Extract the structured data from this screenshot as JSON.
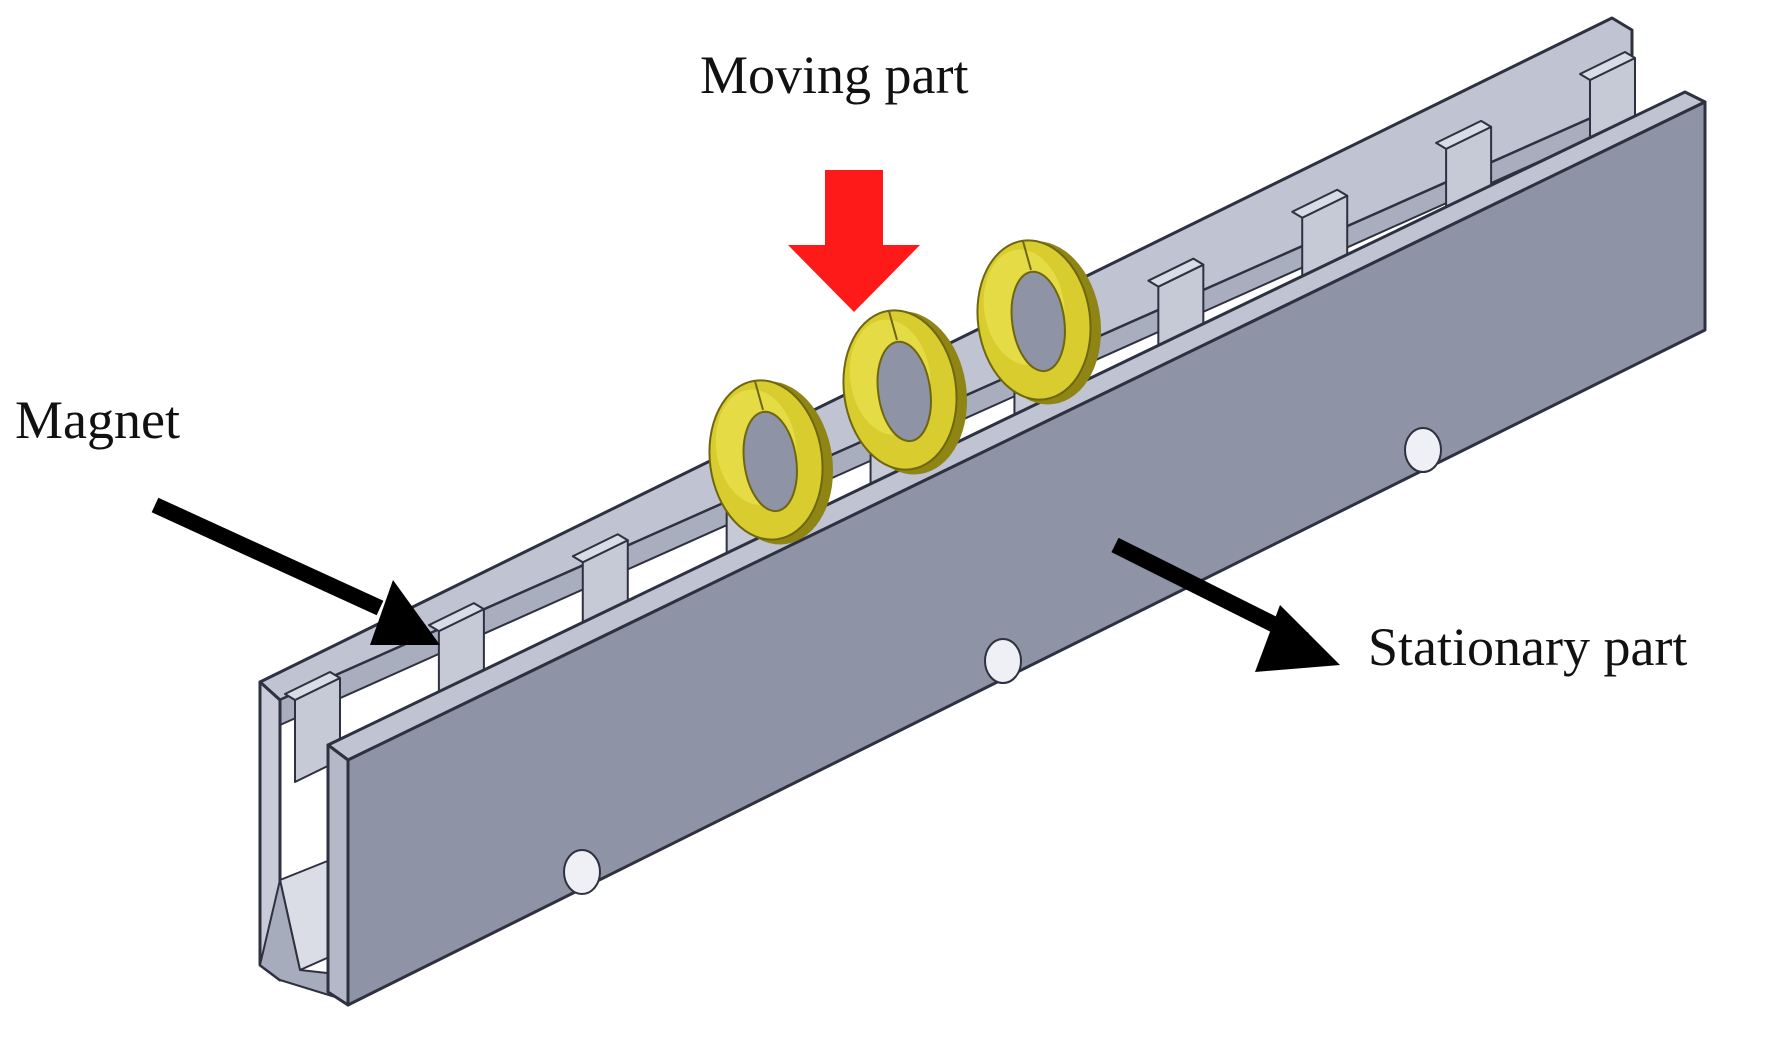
{
  "labels": {
    "moving_part": "Moving part",
    "magnet": "Magnet",
    "stationary_part": "Stationary part"
  },
  "colors": {
    "rail_front": "#8E93A5",
    "rail_top": "#BFC3D2",
    "rail_inner": "#A9AEBE",
    "rail_edge": "#2E3140",
    "magnet_face": "#C6CAD7",
    "magnet_side": "#8D92A3",
    "coil": "#D8CC2E",
    "coil_dark": "#8F8515",
    "coil_light": "#F0E85A",
    "arrow_moving": "#FF1A1A",
    "arrow_black": "#000000"
  },
  "components": {
    "coil_count": 3,
    "magnet_count": 10,
    "mounting_hole_count": 3
  }
}
